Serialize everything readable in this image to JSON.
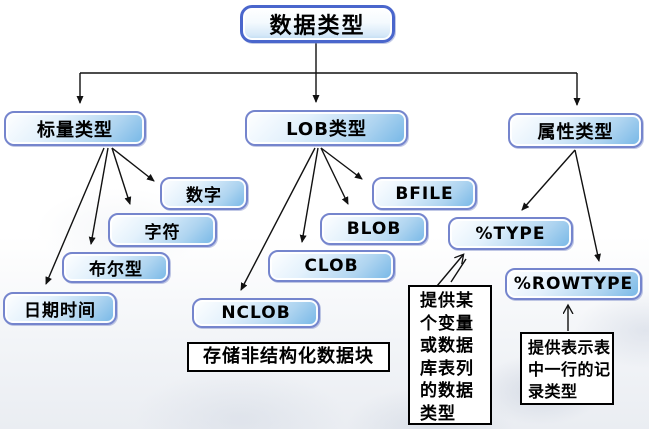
{
  "nodes": {
    "root": {
      "label": "数据类型"
    },
    "scalar": {
      "label": "标量类型"
    },
    "lob": {
      "label": "LOB类型"
    },
    "attr": {
      "label": "属性类型"
    },
    "number": {
      "label": "数字"
    },
    "char": {
      "label": "字符"
    },
    "boolean": {
      "label": "布尔型"
    },
    "datetime": {
      "label": "日期时间"
    },
    "bfile": {
      "label": "BFILE"
    },
    "blob": {
      "label": "BLOB"
    },
    "clob": {
      "label": "CLOB"
    },
    "type": {
      "label": "%TYPE"
    },
    "rowtype": {
      "label": "%ROWTYPE"
    },
    "nclob": {
      "label": "NCLOB"
    }
  },
  "notes": {
    "nclob_note": {
      "text": "存储非结构化数据块"
    },
    "type_note": {
      "text": "提供某个变量或数据库表列的数据类型"
    },
    "rowtype_note": {
      "text": "提供表示表中一行的记录类型"
    }
  },
  "edges": [
    {
      "from": "root",
      "to": "scalar"
    },
    {
      "from": "root",
      "to": "lob"
    },
    {
      "from": "root",
      "to": "attr"
    },
    {
      "from": "scalar",
      "to": "number"
    },
    {
      "from": "scalar",
      "to": "char"
    },
    {
      "from": "scalar",
      "to": "boolean"
    },
    {
      "from": "scalar",
      "to": "datetime"
    },
    {
      "from": "lob",
      "to": "bfile"
    },
    {
      "from": "lob",
      "to": "blob"
    },
    {
      "from": "lob",
      "to": "clob"
    },
    {
      "from": "lob",
      "to": "nclob"
    },
    {
      "from": "attr",
      "to": "type"
    },
    {
      "from": "attr",
      "to": "rowtype"
    },
    {
      "from": "type_note",
      "to": "type"
    },
    {
      "from": "rowtype_note",
      "to": "rowtype"
    }
  ],
  "colors": {
    "node_border": "#7585cd",
    "root_border": "#4a66cc",
    "node_fill_top": "#ffffff",
    "node_fill_bottom": "#74b6e6",
    "arrow": "#111111",
    "note_border": "#000000",
    "note_bg": "#ffffff"
  }
}
